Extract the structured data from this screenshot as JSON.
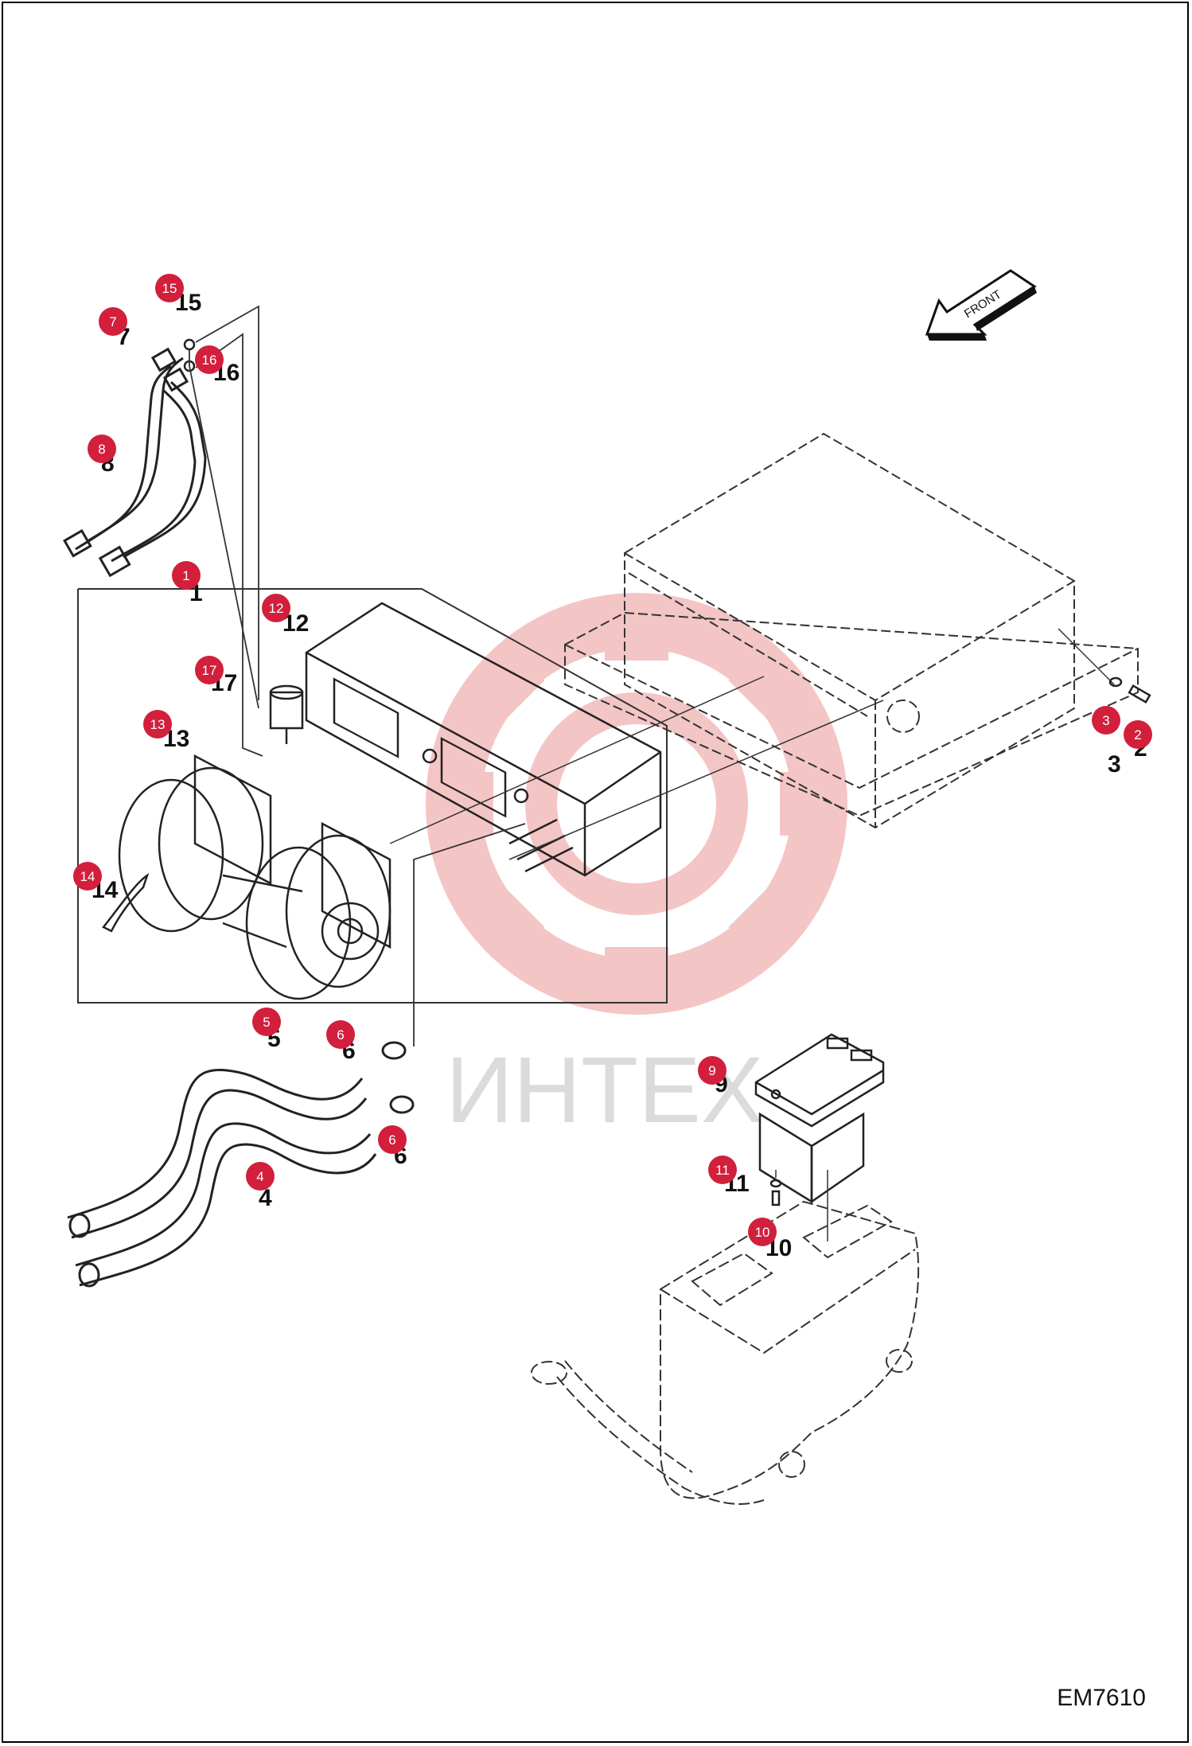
{
  "diagram": {
    "code": "EM7610",
    "front_label": "FRONT",
    "watermark_text": "ИНТЕХ",
    "accent_color": "#d21f3c",
    "parts": [
      {
        "badge": "1",
        "label": "1"
      },
      {
        "badge": "2",
        "label": "2"
      },
      {
        "badge": "3",
        "label": "3"
      },
      {
        "badge": "4",
        "label": "4"
      },
      {
        "badge": "5",
        "label": "5"
      },
      {
        "badge": "6",
        "label": "6"
      },
      {
        "badge": "6",
        "label": "6"
      },
      {
        "badge": "7",
        "label": "7"
      },
      {
        "badge": "8",
        "label": "8"
      },
      {
        "badge": "9",
        "label": "9"
      },
      {
        "badge": "10",
        "label": "10"
      },
      {
        "badge": "11",
        "label": "11"
      },
      {
        "badge": "12",
        "label": "12"
      },
      {
        "badge": "13",
        "label": "13"
      },
      {
        "badge": "14",
        "label": "14"
      },
      {
        "badge": "15",
        "label": "15"
      },
      {
        "badge": "16",
        "label": "16"
      },
      {
        "badge": "17",
        "label": "17"
      }
    ]
  }
}
